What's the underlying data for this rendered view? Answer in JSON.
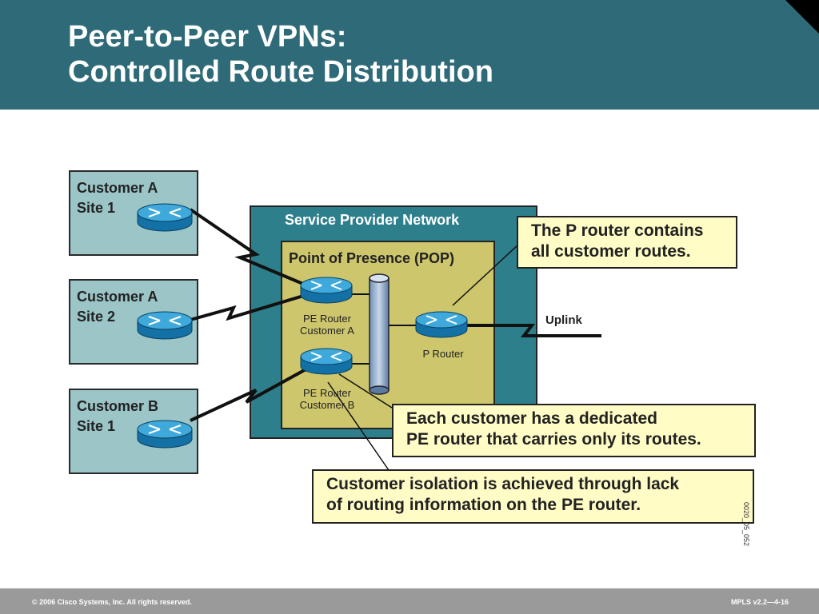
{
  "slide": {
    "title_line1": "Peer-to-Peer VPNs:",
    "title_line2": "Controlled Route Distribution"
  },
  "diagram": {
    "customer_a_site1": {
      "line1": "Customer A",
      "line2": "Site 1"
    },
    "customer_a_site2": {
      "line1": "Customer A",
      "line2": "Site 2"
    },
    "customer_b_site1": {
      "line1": "Customer B",
      "line2": "Site 1"
    },
    "service_provider_network": "Service Provider Network",
    "pop": "Point of Presence (POP)",
    "pe_router_a": {
      "line1": "PE Router",
      "line2": "Customer A"
    },
    "pe_router_b": {
      "line1": "PE Router",
      "line2": "Customer B"
    },
    "p_router": "P Router",
    "uplink": "Uplink",
    "watermark": "0020_05_052"
  },
  "callouts": {
    "p_router": {
      "line1": "The P router contains",
      "line2": "all customer routes."
    },
    "dedicated_pe": {
      "line1": "Each customer has a dedicated",
      "line2": "PE router that carries only its routes."
    },
    "isolation": {
      "line1": "Customer isolation is achieved through lack",
      "line2": "of routing information on the PE router."
    }
  },
  "footer": {
    "copyright": "© 2006 Cisco Systems, Inc. All rights reserved.",
    "course_code": "MPLS v2.2—4-16"
  },
  "colors": {
    "header": "#2e6a78",
    "customer_box": "#9bc5c7",
    "provider_network": "#2e7f8c",
    "pop": "#cdc66c",
    "callout": "#fffcc6",
    "router": "#1f8fc0",
    "footer": "#9a9a9a"
  },
  "icons": {
    "router": "router-icon",
    "backbone": "backbone-bus-icon"
  }
}
